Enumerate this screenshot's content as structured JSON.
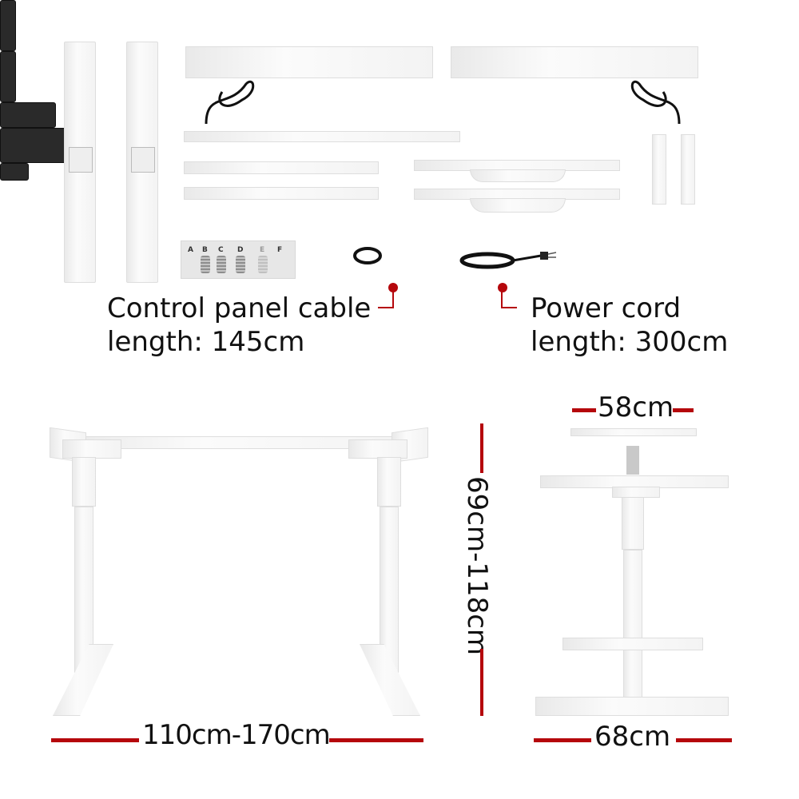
{
  "parts": {
    "hardware_bag_labels": [
      "A",
      "B",
      "C",
      "D",
      "E",
      "F"
    ]
  },
  "callouts": {
    "control_panel": {
      "line1": "Control panel cable",
      "line2": "length: 145cm"
    },
    "power_cord": {
      "line1": "Power cord",
      "line2": "length: 300cm"
    }
  },
  "dimensions": {
    "width_range": "110cm-170cm",
    "height_range": "69cm-118cm",
    "top_depth": "58cm",
    "base_depth": "68cm"
  },
  "colors": {
    "accent_red": "#b5070c",
    "frame_white": "#f5f5f5",
    "text": "#111111"
  }
}
